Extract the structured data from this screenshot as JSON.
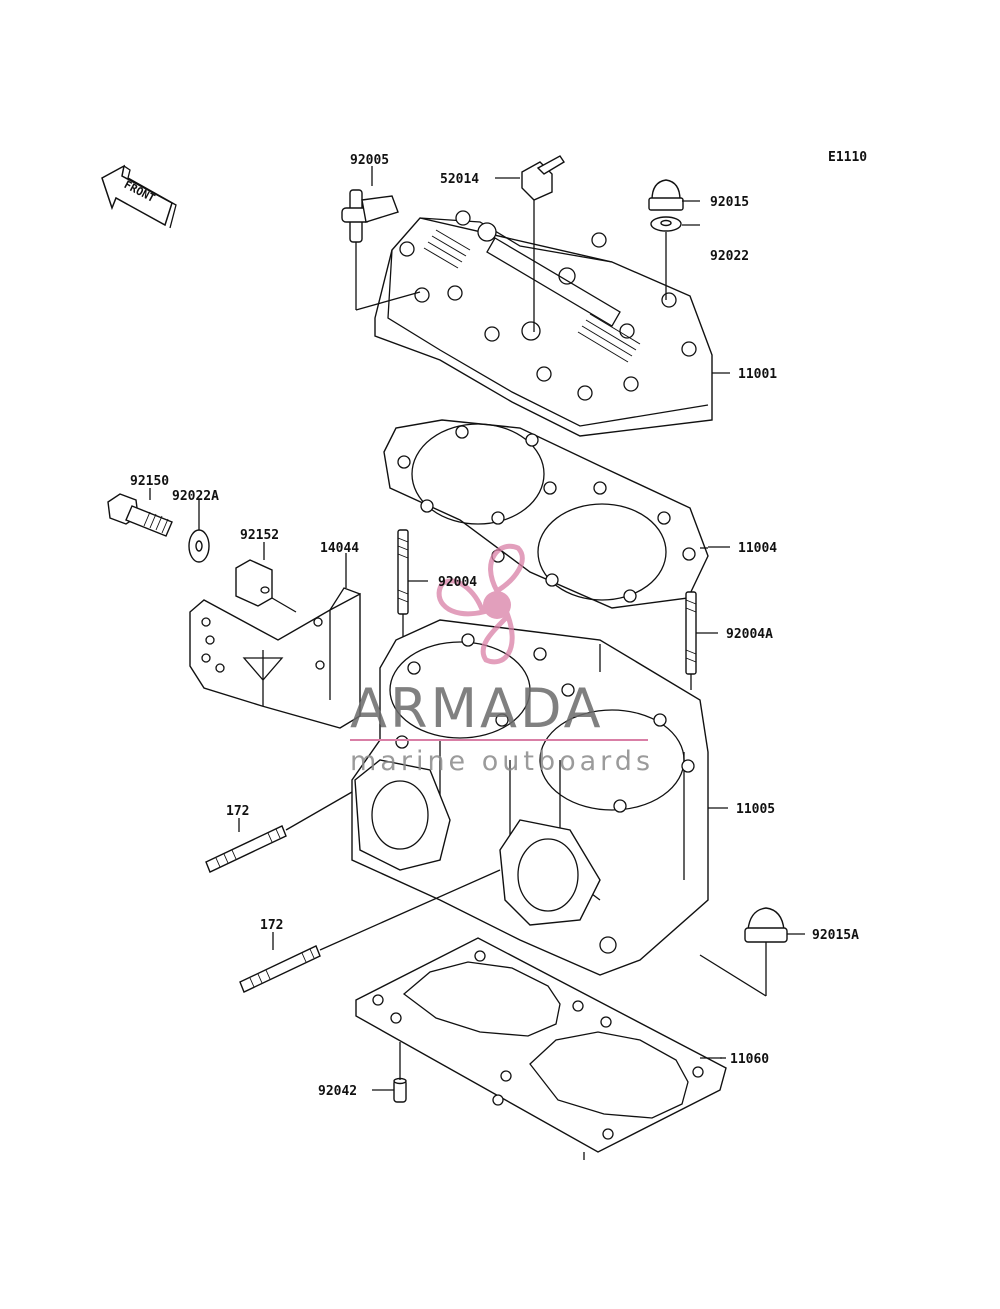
{
  "diagram_code": "E1110",
  "front_label": "FRONT",
  "watermark": {
    "brand": "ARMADA",
    "tagline": "marine outboards"
  },
  "part_labels": {
    "p92005": "92005",
    "p52014": "52014",
    "p92015": "92015",
    "p92022": "92022",
    "p11001": "11001",
    "p11004": "11004",
    "p92150": "92150",
    "p92022A": "92022A",
    "p92152": "92152",
    "p14044": "14044",
    "p92004": "92004",
    "p92004A": "92004A",
    "p172a": "172",
    "p11005": "11005",
    "p172b": "172",
    "p92015A": "92015A",
    "p11060": "11060",
    "p92042": "92042"
  }
}
